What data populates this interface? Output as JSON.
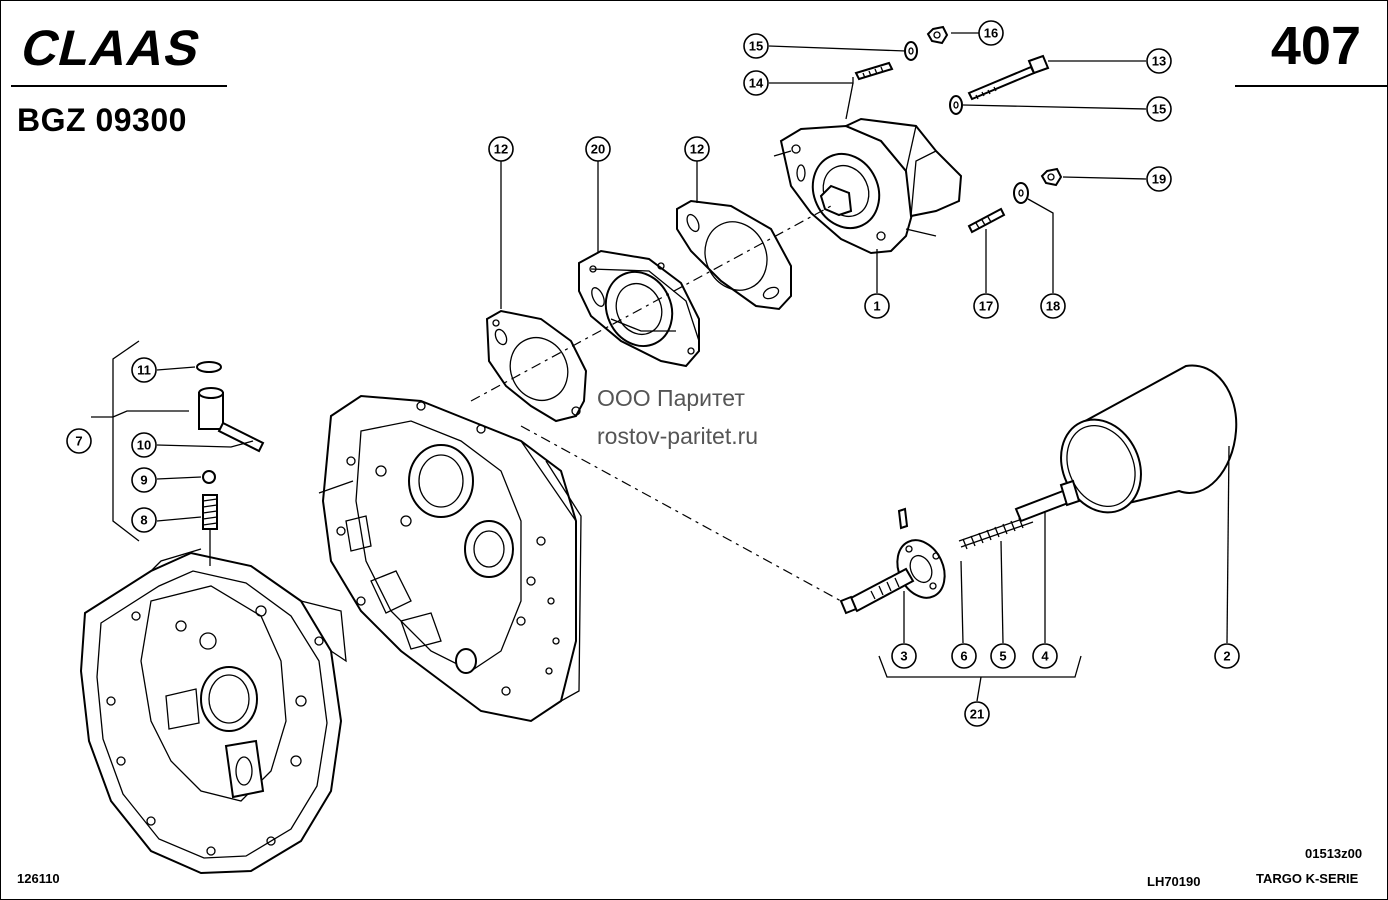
{
  "header": {
    "brand": "CLAAS",
    "group_code": "BGZ 09300",
    "page_number": "407"
  },
  "watermark": {
    "line1": "ООО Паритет",
    "line2": "rostov-paritet.ru"
  },
  "callouts": [
    "1",
    "2",
    "3",
    "4",
    "5",
    "6",
    "7",
    "8",
    "9",
    "10",
    "11",
    "12",
    "12",
    "13",
    "14",
    "15",
    "15",
    "16",
    "17",
    "18",
    "19",
    "20",
    "21"
  ],
  "footer": {
    "left_code": "126110",
    "drawing_ref": "01513z00",
    "model_ref": "LH70190",
    "series": "TARGO K-SERIE"
  }
}
